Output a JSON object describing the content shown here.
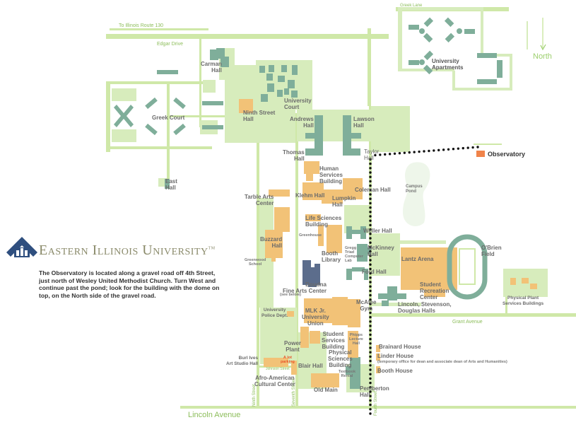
{
  "university": {
    "name": "Eastern Illinois University",
    "trademark": "TM",
    "brand_color": "#2f4f7f"
  },
  "description": "The Observatory is located along a gravel road off 4th Street, just north of Wesley United Methodist Church. Turn West and continue past the pond; look for the building with the dome on top, on the North side of the gravel road.",
  "compass": {
    "label": "North"
  },
  "colors": {
    "road": "#cfe8a8",
    "green_area": "#d7ecbc",
    "residence": "#7fae9a",
    "academic": "#f2c277",
    "highlight_building": "#5c6d8c",
    "observatory": "#f0834a",
    "route": "#111111",
    "pond": "#eef6ea"
  },
  "streets": {
    "route130": "To Illinois Route 130",
    "edgar": "Edgar Drive",
    "greek_lane": "Greek Lane",
    "lincoln": "Lincoln Avenue",
    "grant": "Grant Avenue",
    "ninth": "Ninth Street",
    "seventh": "Seventh Street",
    "fourth": "Fourth Street",
    "johnson": "Johnson Street"
  },
  "buildings": {
    "carman": "Carman\nHall",
    "greek_court": "Greek Court",
    "east_hall": "East\nHall",
    "ninth_street": "Ninth Street\nHall",
    "university_court": "University\nCourt",
    "university_apartments": "University\nApartments",
    "andrews": "Andrews\nHall",
    "lawson": "Lawson\nHall",
    "thomas": "Thomas\nHall",
    "taylor": "Taylor\nHall",
    "observatory": "Observatory",
    "human_services": "Human\nServices\nBuilding",
    "coleman": "Coleman Hall",
    "klehm": "Klehm Hall",
    "lumpkin": "Lumpkin\nHall",
    "campus_pond": "Campus\nPond",
    "tarble": "Tarble Arts\nCenter",
    "life_sciences": "Life Sciences\nBuilding",
    "greenhouse": "Greenhouse",
    "weller": "Weller Hall",
    "buzzard": "Buzzard\nHall",
    "booth_library": "Booth\nLibrary",
    "gregg": "Gregg\nTriad\nComputer\nLab",
    "mckinney": "McKinney\nHall",
    "greenwood": "Greenwood\nSchool",
    "ford": "Ford Hall",
    "lantz": "Lantz Arena",
    "obrien": "O'Brien\nField",
    "student_rec": "Student\nRecreation\nCenter",
    "doudna": "Doudna\nFine Arts Center",
    "doudna_note": "(see below)",
    "police": "University\nPolice Dept.",
    "mlk": "MLK Jr.\nUniversity\nUnion",
    "mcafee": "McAfee\nGym",
    "lsd": "Lincoln, Stevenson,\nDouglas Halls",
    "physical_plant": "Physical Plant\nServices Buildings",
    "power_plant": "Power\nPlant",
    "student_services": "Student\nServices\nBuilding",
    "phipps": "Phipps\nLecture\nHall",
    "physical_sciences": "Physical\nSciences\nBuilding",
    "brainard": "Brainard House",
    "linder": "Linder House",
    "linder_note": "(temporary office for dean and associate dean of Arts and Humanities)",
    "booth_house": "Booth House",
    "burl_ives": "Burl Ives\nArt Studio Hall",
    "lot_parking": "A lot\nparking",
    "blair": "Blair Hall",
    "textbook": "Textbook\nRental",
    "afro_american": "Afro-American\nCultural Center",
    "old_main": "Old Main",
    "pemberton": "Pemberton\nHall"
  }
}
